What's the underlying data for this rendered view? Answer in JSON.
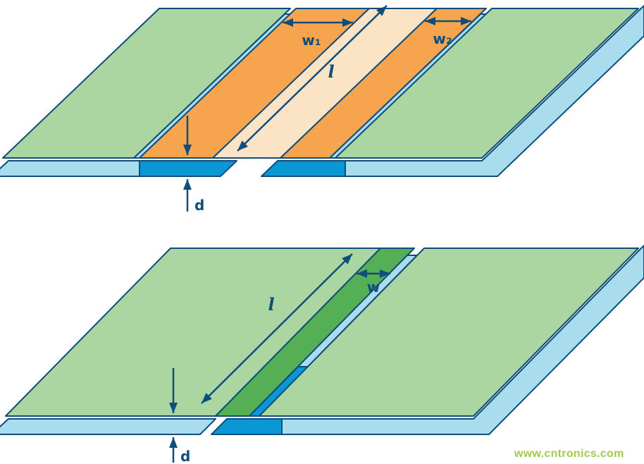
{
  "colors": {
    "plate_green": "#abd6a2",
    "trace_green": "#55af55",
    "trace_orange": "#f6a44d",
    "gap_cream": "#fbe4c6",
    "substrate_cyan": "#a9dcec",
    "substrate_blue": "#0a98d5",
    "ink_navy": "#0f4d7c",
    "watermark_green": "#a2c94c"
  },
  "top_figure": {
    "labels": {
      "trace1_width": "w₁",
      "trace2_width": "w₂",
      "length": "l",
      "thickness": "d"
    }
  },
  "bottom_figure": {
    "labels": {
      "trace_width": "w",
      "length": "l",
      "thickness": "d"
    }
  },
  "watermark": "www.cntronics.com"
}
